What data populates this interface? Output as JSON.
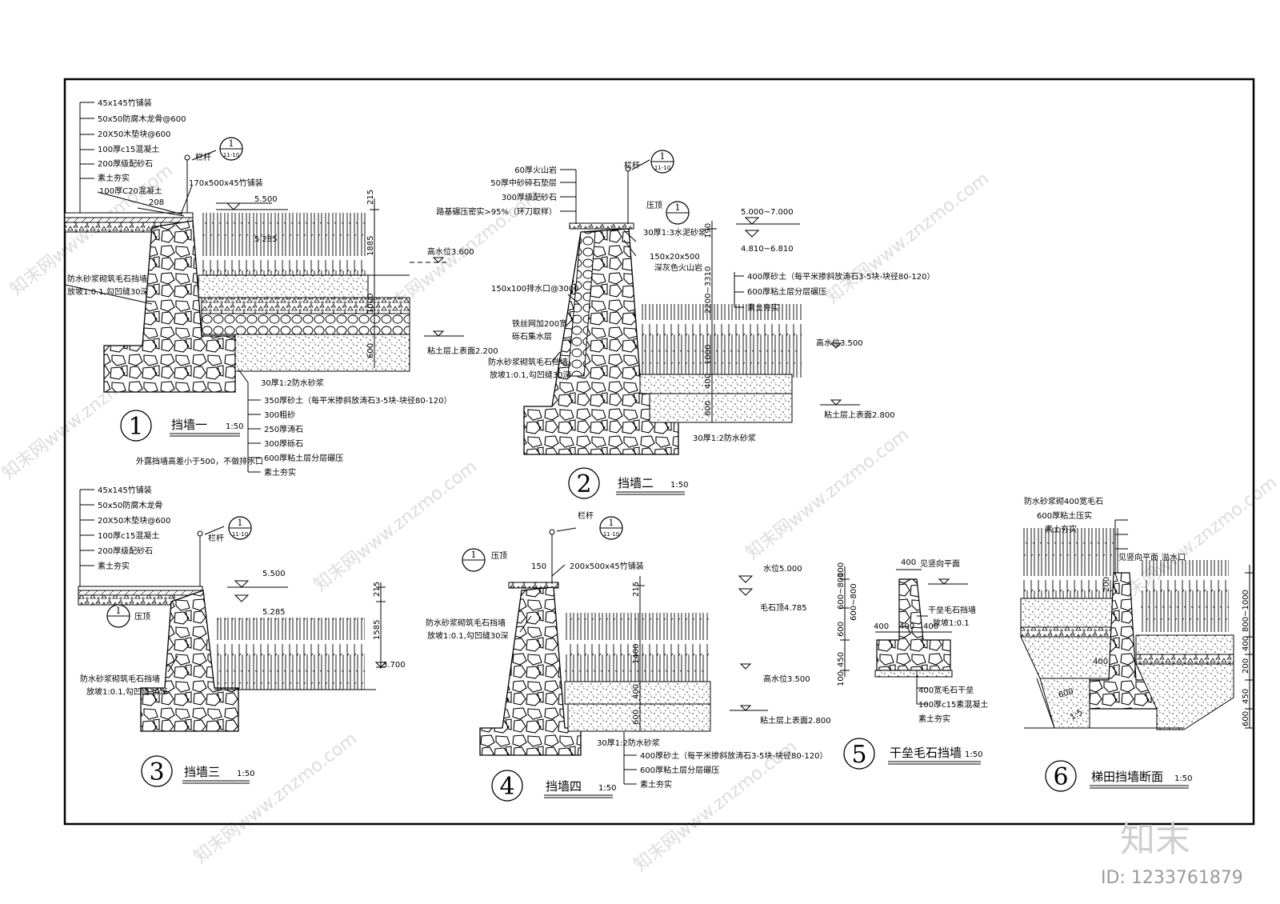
{
  "sheet": {
    "logo_text": "知末",
    "image_id": "ID: 1233761879",
    "watermark": "知末网www.znzmo.com"
  },
  "w1": {
    "number": "1",
    "title": "挡墙一",
    "scale": "1:50",
    "note": "外露挡墙高差小于500，不做排水口",
    "top_layers": [
      "45x145竹铺装",
      "50x50防腐木龙骨@600",
      "20X50木垫块@600",
      "100厚c15混凝土",
      "200厚级配砂石",
      "素土夯实"
    ],
    "concrete": "100厚C20混凝土",
    "dim208": "208",
    "paving": "170x500x45竹铺装",
    "railing": "栏杆",
    "detail_ref": "1",
    "detail_sheet": "11-10",
    "elev_top": "5.500",
    "elev_mid": "5.285",
    "dim215": "215",
    "dim1885": "1885",
    "high_water": "高水位3.600",
    "clay_surface": "粘土层上表面2.200",
    "wall_label": "防水砂浆砌筑毛石挡墙",
    "wall_slope": "放坡1:0.1,勾凹缝30深",
    "mortar": "30厚1:2防水砂浆",
    "dim_a": "1000",
    "dim_b": "600",
    "bottom_layers": [
      "350厚砂土（每平米掺斜放涛石3-5块-块径80-120）",
      "300粗砂",
      "250厚涛石",
      "300厚砾石",
      "600厚粘土层分层碾压",
      "素土夯实"
    ]
  },
  "w2": {
    "number": "2",
    "title": "挡墙二",
    "scale": "1:50",
    "top_layers": [
      "60厚火山岩",
      "50厚中砂碎石垫层",
      "300厚级配砂石",
      "路基碾压密实>95%（环刀取样）"
    ],
    "railing": "栏杆",
    "detail_ref": "1",
    "detail_sheet": "11-10",
    "cap_ref": "1",
    "cap": "压顶",
    "cap_mortar": "30厚1:3水泥砂浆",
    "cap_stone": "150x20x500",
    "cap_stone2": "深灰色火山岩",
    "elev_a": "5.000~7.000",
    "elev_b": "4.810~6.810",
    "dim190": "190",
    "dim3310": "2200~3310",
    "drain": "150x100排水口@3000",
    "mesh": "铁丝网加200宽",
    "gravel": "砾石集水层",
    "wall_label": "防水砂浆砌筑毛石挡墙",
    "wall_slope": "放坡1:0.1,勾凹缝30深",
    "right_layers": [
      "400厚砂土（每平米掺斜放涛石3-5块-块径80-120）",
      "600厚粘土层分层碾压",
      "素土夯实"
    ],
    "high_water": "高水位3.500",
    "clay_surface": "粘土层上表面2.800",
    "mortar": "30厚1:2防水砂浆",
    "dim_a": "600",
    "dim_b": "400",
    "dim_c": "1000"
  },
  "w3": {
    "number": "3",
    "title": "挡墙三",
    "scale": "1:50",
    "top_layers": [
      "45x145竹铺装",
      "50x50防腐木龙骨",
      "20X50木垫块@600",
      "100厚c15混凝土",
      "200厚级配砂石",
      "素土夯实"
    ],
    "railing": "栏杆",
    "detail_ref": "1",
    "detail_sheet": "11-10",
    "cap_ref": "1",
    "cap": "压顶",
    "elev_top": "5.500",
    "elev_mid": "5.285",
    "dim215": "215",
    "dim1585": "1585",
    "elev_low": "3.700",
    "wall_label": "防水砂浆砌筑毛石挡墙",
    "wall_slope": "放坡1:0.1,勾凹缝30深"
  },
  "w4": {
    "number": "4",
    "title": "挡墙四",
    "scale": "1:50",
    "railing": "栏杆",
    "detail_ref": "1",
    "detail_sheet": "11-10",
    "cap_ref": "1",
    "cap": "压顶",
    "dim150": "150",
    "paving": "200x500x45竹铺装",
    "dim215": "215",
    "water_level": "水位5.000",
    "stone_top": "毛石顶4.785",
    "high_water": "高水位3.500",
    "clay_surface": "粘土层上表面2.800",
    "wall_label": "防水砂浆砌筑毛石挡墙",
    "wall_slope": "放坡1:0.1,勾凹缝30深",
    "mortar": "30厚1:2防水砂浆",
    "bottom_layers": [
      "400厚砂土（每平米掺斜放涛石3-5块-块径80-120）",
      "600厚粘土层分层碾压",
      "素土夯实"
    ],
    "dim_a": "1400",
    "dim_b": "400",
    "dim_c": "600"
  },
  "w5": {
    "number": "5",
    "title": "干垒毛石挡墙",
    "scale": "1:50",
    "dim400": "400",
    "ref": "见竖向平面",
    "wall_label": "干垒毛石挡墙",
    "slope": "放坡1:0.1",
    "dims_left": [
      "100",
      "600~800",
      "600",
      "450",
      "100"
    ],
    "dim_stack": "600~800",
    "dims_bottom": [
      "400",
      "400",
      "400"
    ],
    "bottom_layers": [
      "400宽毛石干垒",
      "100厚c15素混凝土",
      "素土夯实"
    ]
  },
  "w6": {
    "number": "6",
    "title": "梯田挡墙断面",
    "scale": "1:50",
    "top_layers": [
      "防水砂浆砌400宽毛石",
      "600厚粘土压实",
      "素土夯实"
    ],
    "ref": "见竖向平面",
    "overflow": "溢水口",
    "dim200": "200",
    "dim400": "400",
    "dim600": "600",
    "right_dims": [
      "800~1000",
      "400",
      "200",
      "450",
      "600"
    ],
    "slope": "1:5"
  }
}
